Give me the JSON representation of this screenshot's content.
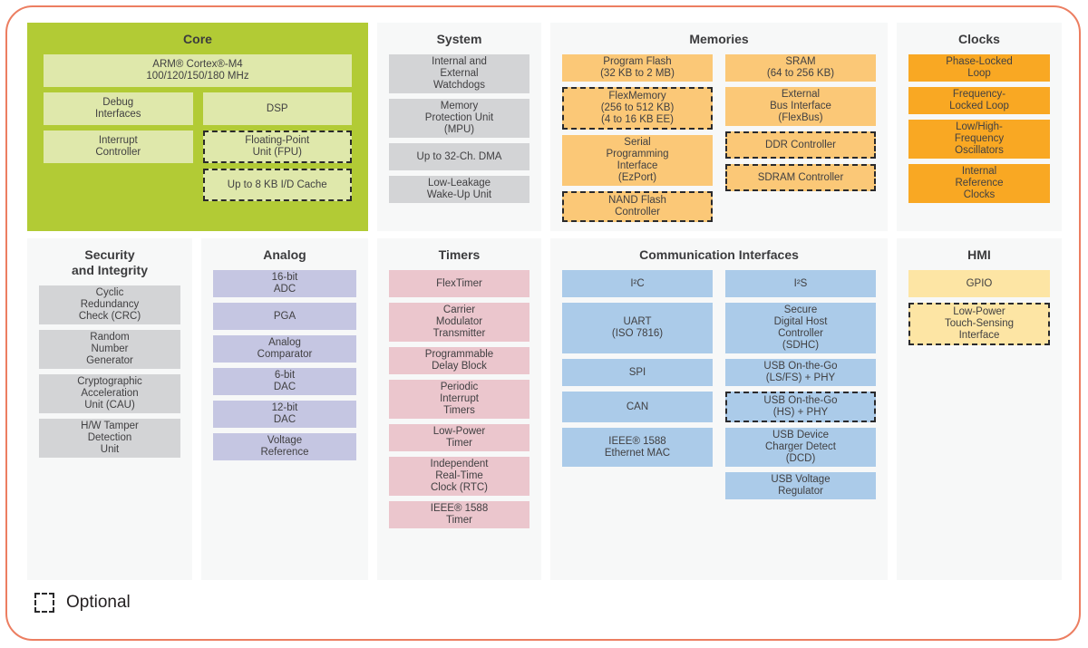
{
  "diagram": "Microcontroller block diagram",
  "legend": {
    "label": "Optional",
    "swatch": "dashed-outline-square"
  },
  "palette": {
    "page_border": "#EC7E61",
    "section_bg": "#F7F8F8",
    "core_bg": "#B2CB35",
    "core_block": "#DFE8AB",
    "gray_block": "#D3D4D6",
    "memories_block": "#FBC877",
    "clocks_block": "#F9A823",
    "analog_block": "#C5C6E2",
    "timers_block": "#EBC6CD",
    "comm_block": "#ABCBE9",
    "hmi_block": "#FDE5A4",
    "dashed_border": "#2A2A2C",
    "block_text": "#414042",
    "title_text": "#3B3B3D"
  },
  "sections": [
    {
      "id": "core",
      "title": "Core",
      "block_color": "core_block",
      "header_blocks": [
        {
          "label": "ARM® Cortex®-M4\n100/120/150/180 MHz"
        }
      ],
      "columns": [
        [
          {
            "label": "Debug\nInterfaces"
          },
          {
            "label": "Interrupt\nController"
          }
        ],
        [
          {
            "label": "DSP"
          },
          {
            "label": "Floating-Point\nUnit (FPU)",
            "optional": true
          },
          {
            "label": "Up to 8 KB I/D Cache",
            "optional": true
          }
        ]
      ]
    },
    {
      "id": "system",
      "title": "System",
      "block_color": "gray_block",
      "columns": [
        [
          {
            "label": "Internal and\nExternal\nWatchdogs"
          },
          {
            "label": "Memory\nProtection Unit\n(MPU)"
          },
          {
            "label": "Up to 32-Ch. DMA"
          },
          {
            "label": "Low-Leakage\nWake-Up Unit"
          }
        ]
      ]
    },
    {
      "id": "memories",
      "title": "Memories",
      "block_color": "memories_block",
      "columns": [
        [
          {
            "label": "Program Flash\n(32 KB to 2 MB)"
          },
          {
            "label": "FlexMemory\n(256 to 512 KB)\n(4 to 16 KB EE)",
            "optional": true
          },
          {
            "label": "Serial\nProgramming\nInterface\n(EzPort)"
          },
          {
            "label": "NAND Flash\nController",
            "optional": true
          }
        ],
        [
          {
            "label": "SRAM\n(64 to 256 KB)"
          },
          {
            "label": "External\nBus Interface\n(FlexBus)"
          },
          {
            "label": "DDR Controller",
            "optional": true
          },
          {
            "label": "SDRAM Controller",
            "optional": true
          }
        ]
      ]
    },
    {
      "id": "clocks",
      "title": "Clocks",
      "block_color": "clocks_block",
      "columns": [
        [
          {
            "label": "Phase-Locked\nLoop"
          },
          {
            "label": "Frequency-\nLocked Loop"
          },
          {
            "label": "Low/High-\nFrequency\nOscillators"
          },
          {
            "label": "Internal\nReference\nClocks"
          }
        ]
      ]
    },
    {
      "id": "security",
      "title": "Security\nand Integrity",
      "block_color": "gray_block",
      "columns": [
        [
          {
            "label": "Cyclic\nRedundancy\nCheck (CRC)"
          },
          {
            "label": "Random\nNumber\nGenerator"
          },
          {
            "label": "Cryptographic\nAcceleration\nUnit (CAU)"
          },
          {
            "label": "H/W Tamper\nDetection\nUnit"
          }
        ]
      ]
    },
    {
      "id": "analog",
      "title": "Analog",
      "block_color": "analog_block",
      "columns": [
        [
          {
            "label": "16-bit\nADC"
          },
          {
            "label": "PGA"
          },
          {
            "label": "Analog\nComparator"
          },
          {
            "label": "6-bit\nDAC"
          },
          {
            "label": "12-bit\nDAC"
          },
          {
            "label": "Voltage\nReference"
          }
        ]
      ]
    },
    {
      "id": "timers",
      "title": "Timers",
      "block_color": "timers_block",
      "columns": [
        [
          {
            "label": "FlexTimer"
          },
          {
            "label": "Carrier\nModulator\nTransmitter"
          },
          {
            "label": "Programmable\nDelay Block"
          },
          {
            "label": "Periodic\nInterrupt\nTimers"
          },
          {
            "label": "Low-Power\nTimer"
          },
          {
            "label": "Independent\nReal-Time\nClock (RTC)"
          },
          {
            "label": "IEEE® 1588\nTimer"
          }
        ]
      ]
    },
    {
      "id": "comm",
      "title": "Communication Interfaces",
      "block_color": "comm_block",
      "columns": [
        [
          {
            "label": "I²C"
          },
          {
            "label": "UART\n(ISO 7816)"
          },
          {
            "label": "SPI"
          },
          {
            "label": "CAN"
          },
          {
            "label": "IEEE® 1588\nEthernet MAC"
          }
        ],
        [
          {
            "label": "I²S"
          },
          {
            "label": "Secure\nDigital Host\nController\n(SDHC)"
          },
          {
            "label": "USB On-the-Go\n(LS/FS) + PHY"
          },
          {
            "label": "USB On-the-Go\n(HS) + PHY",
            "optional": true
          },
          {
            "label": "USB Device\nCharger Detect\n(DCD)"
          },
          {
            "label": "USB Voltage\nRegulator"
          }
        ]
      ]
    },
    {
      "id": "hmi",
      "title": "HMI",
      "block_color": "hmi_block",
      "columns": [
        [
          {
            "label": "GPIO"
          },
          {
            "label": "Low-Power\nTouch-Sensing\nInterface",
            "optional": true
          }
        ]
      ]
    }
  ]
}
